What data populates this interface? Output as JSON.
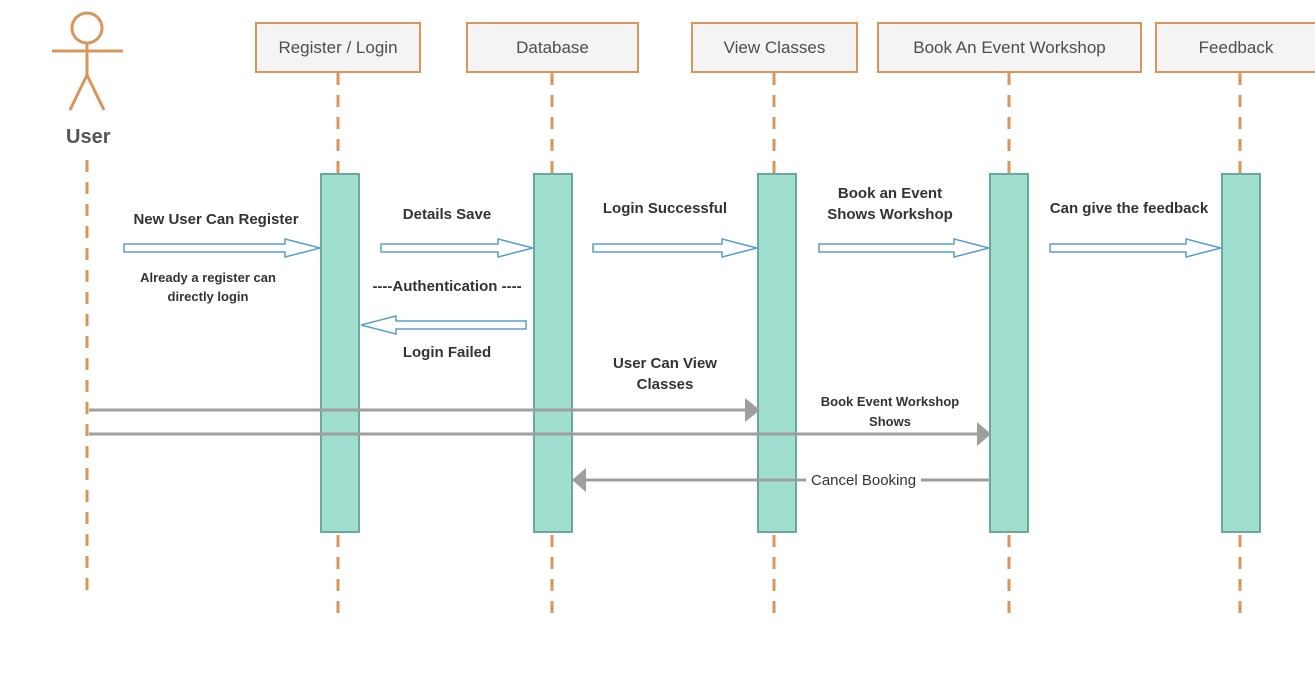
{
  "actor": {
    "name": "User"
  },
  "lifelines": [
    {
      "id": "register",
      "label": "Register / Login"
    },
    {
      "id": "database",
      "label": "Database"
    },
    {
      "id": "view",
      "label": "View Classes"
    },
    {
      "id": "book",
      "label": "Book An Event Workshop"
    },
    {
      "id": "feedback",
      "label": "Feedback"
    }
  ],
  "messages": {
    "register": "New User Can Register",
    "already_line1": "Already a register can",
    "already_line2": "directly login",
    "details_save": "Details Save",
    "authentication": "----Authentication ----",
    "login_failed": "Login Failed",
    "login_successful": "Login Successful",
    "book_line1": "Book an Event",
    "book_line2": "Shows  Workshop",
    "feedback": "Can give the feedback",
    "view_line1": "User Can View",
    "view_line2": "Classes",
    "book_shows_line1": "Book Event Workshop",
    "book_shows_line2": "Shows",
    "cancel_booking": "Cancel Booking"
  },
  "colors": {
    "lifeline_border": "#d9955a",
    "activation_fill": "#a0ded0",
    "activation_border": "#6aaa9a",
    "hollow_arrow": "#5b9fc9",
    "solid_arrow": "#9e9e9e"
  }
}
